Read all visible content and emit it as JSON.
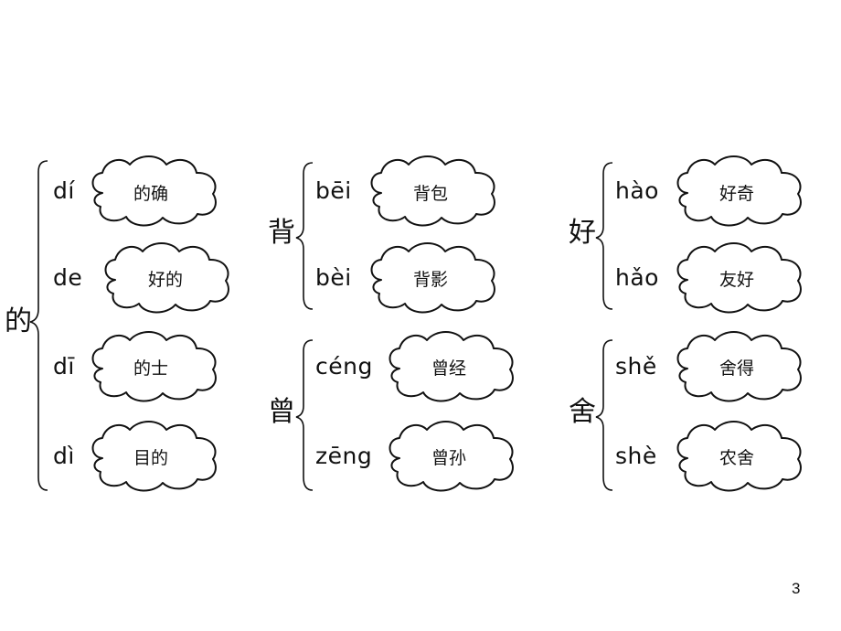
{
  "page_number": "3",
  "groups": [
    {
      "character": "的",
      "readings": [
        {
          "pinyin": "dí",
          "word": "的确"
        },
        {
          "pinyin": "de",
          "word": "好的"
        },
        {
          "pinyin": "dī",
          "word": "的士"
        },
        {
          "pinyin": "dì",
          "word": "目的"
        }
      ]
    },
    {
      "character": "背",
      "readings": [
        {
          "pinyin": "bēi",
          "word": "背包"
        },
        {
          "pinyin": "bèi",
          "word": "背影"
        }
      ]
    },
    {
      "character": "曾",
      "readings": [
        {
          "pinyin": "céng",
          "word": "曾经"
        },
        {
          "pinyin": "zēng",
          "word": "曾孙"
        }
      ]
    },
    {
      "character": "好",
      "readings": [
        {
          "pinyin": "hào",
          "word": "好奇"
        },
        {
          "pinyin": "hǎo",
          "word": "友好"
        }
      ]
    },
    {
      "character": "舍",
      "readings": [
        {
          "pinyin": "shě",
          "word": "舍得"
        },
        {
          "pinyin": "shè",
          "word": "农舍"
        }
      ]
    }
  ]
}
